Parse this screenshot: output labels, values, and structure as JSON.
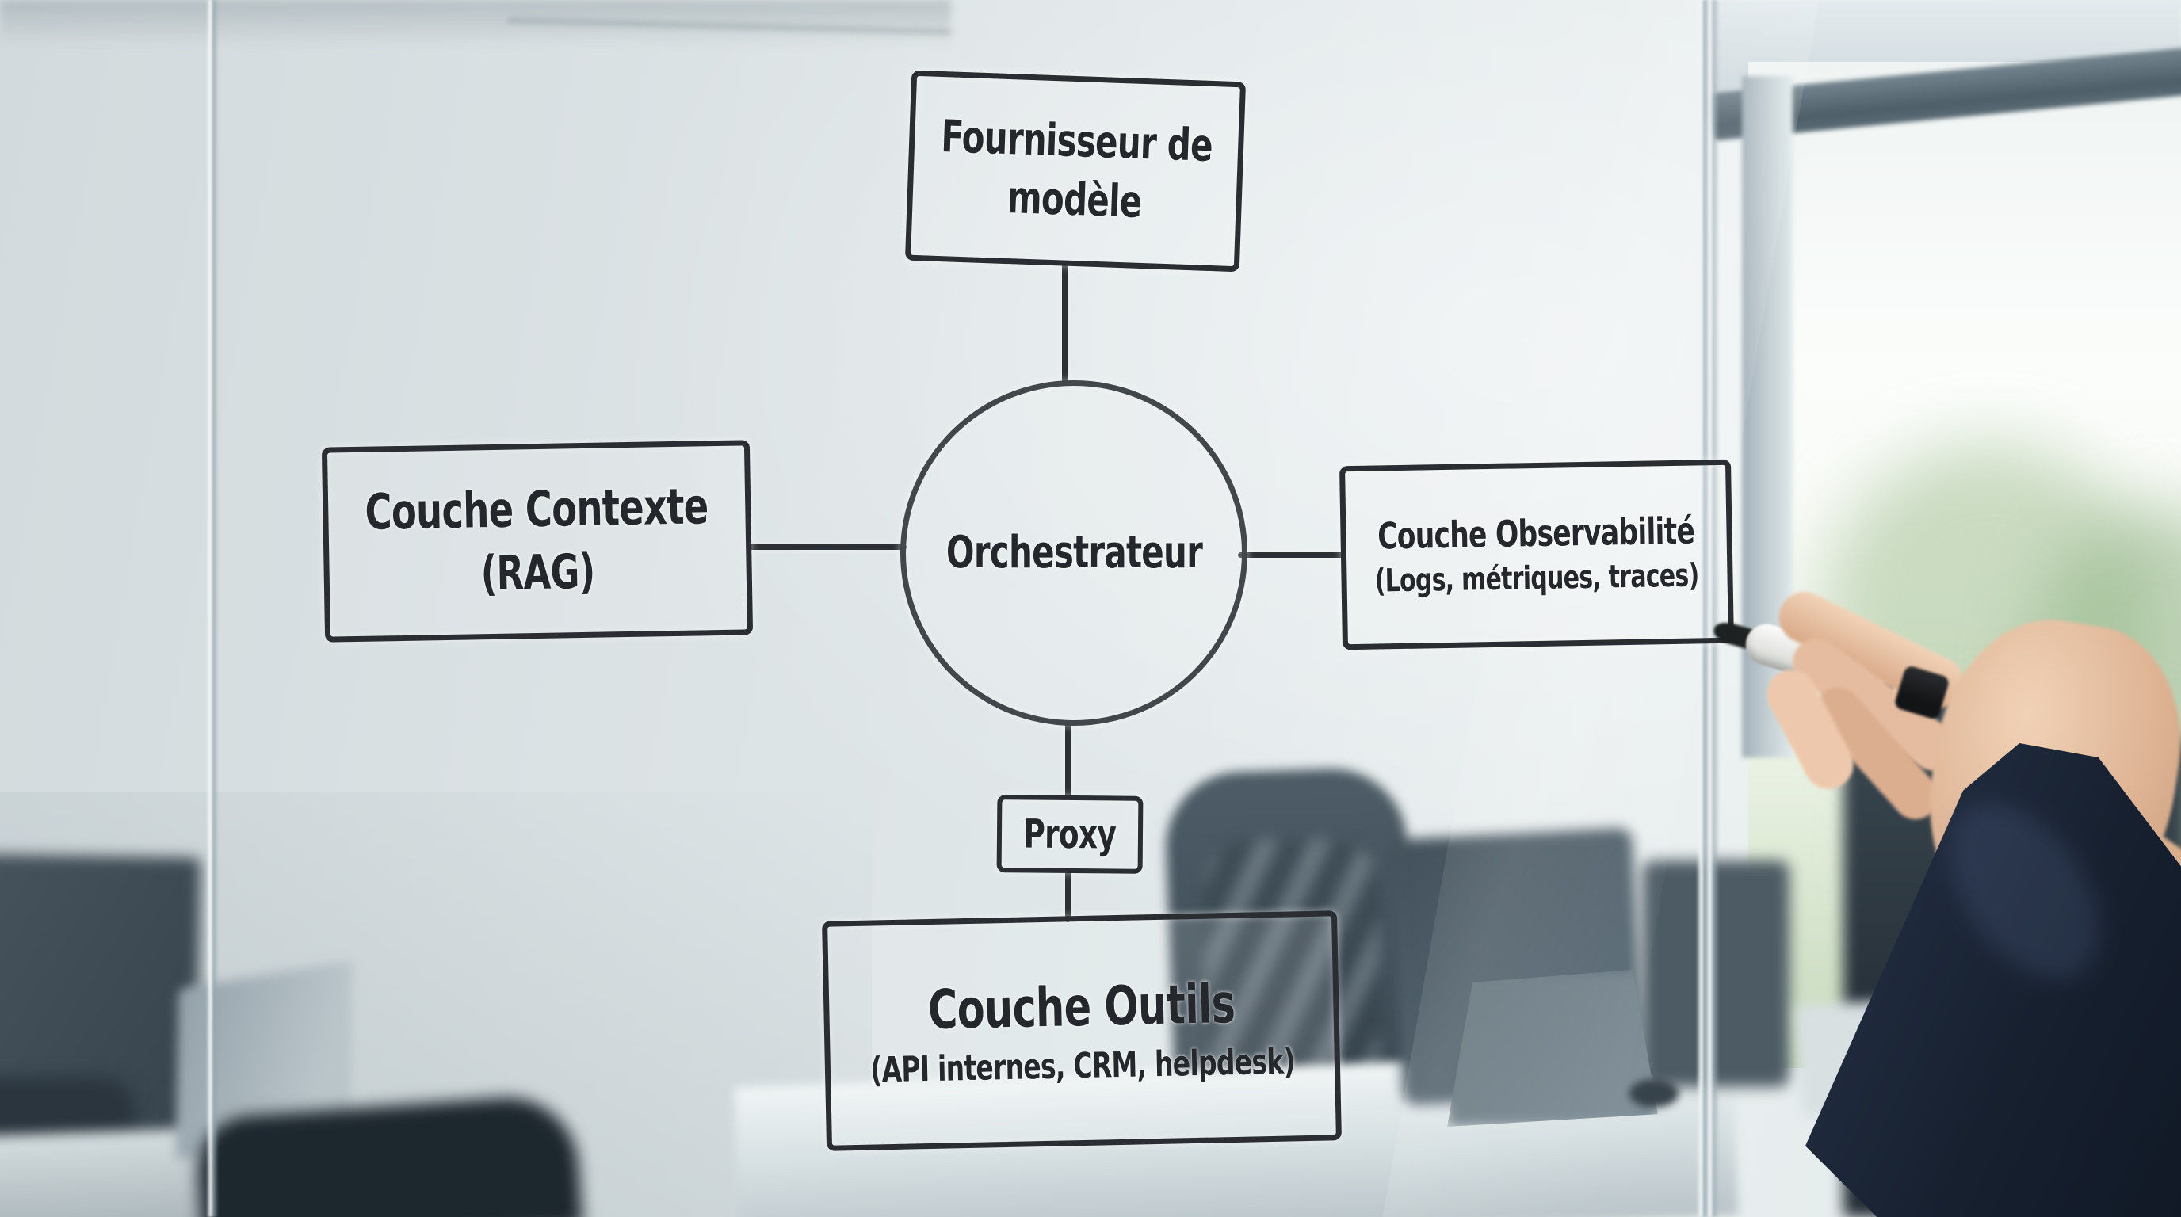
{
  "scene": {
    "type": "photo-of-glass-wall-diagram",
    "setting": "office with desks, chairs, monitors and a bright window",
    "ink_color": "#2a2e32",
    "wall_color": "#dde3e5",
    "window_color": "#fbfdfb",
    "foliage_color": "#a4c196",
    "sleeve_color": "#16202f",
    "skin_color": "#dcb191",
    "marker_colors": {
      "body": "#f2f2f0",
      "cap": "#141617",
      "tip": "#1e2122"
    }
  },
  "diagram": {
    "language": "fr",
    "nodes": {
      "model_provider": {
        "line1": "Fournisseur de",
        "line2": "modèle",
        "shape": "rectangle"
      },
      "orchestrator": {
        "label": "Orchestrateur",
        "shape": "circle"
      },
      "context_layer": {
        "line1": "Couche Contexte",
        "line2": "(RAG)",
        "shape": "rectangle"
      },
      "observability_layer": {
        "line1": "Couche Observabilité",
        "line2": "(Logs, métriques, traces)",
        "shape": "rectangle"
      },
      "proxy": {
        "label": "Proxy",
        "shape": "rectangle"
      },
      "tools_layer": {
        "line1": "Couche Outils",
        "line2": "(API internes, CRM, helpdesk)",
        "shape": "rectangle"
      }
    },
    "edges": [
      {
        "from": "model_provider",
        "to": "orchestrator",
        "direction": "vertical"
      },
      {
        "from": "context_layer",
        "to": "orchestrator",
        "direction": "horizontal"
      },
      {
        "from": "orchestrator",
        "to": "observability_layer",
        "direction": "horizontal"
      },
      {
        "from": "orchestrator",
        "to": "proxy",
        "direction": "vertical"
      },
      {
        "from": "proxy",
        "to": "tools_layer",
        "direction": "vertical"
      }
    ]
  }
}
